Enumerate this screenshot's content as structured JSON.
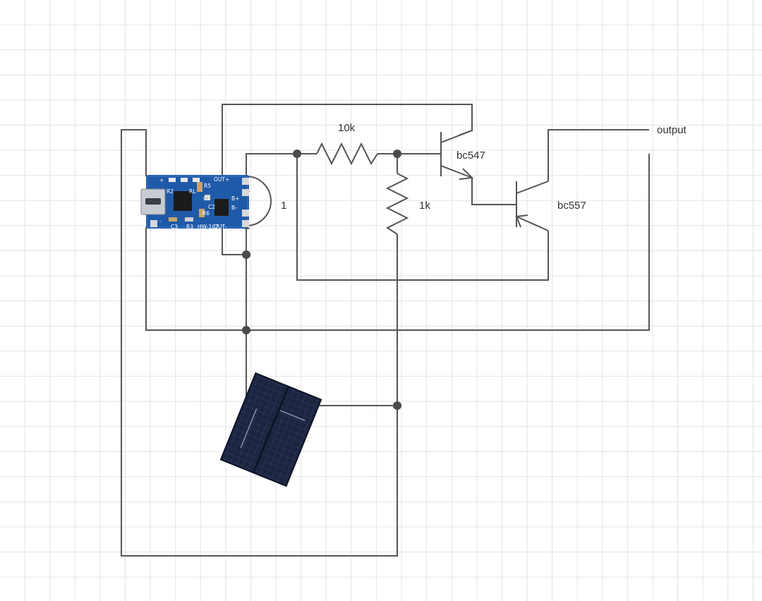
{
  "labels": {
    "r1": "10k",
    "r2": "1k",
    "q1": "bc547",
    "q2": "bc557",
    "battery": "1",
    "output": "output"
  },
  "module": {
    "out_plus": "OUT+",
    "out_minus": "OUT-",
    "b_plus": "B+",
    "b_minus": "B-",
    "model": "HW-107",
    "r2": "R2",
    "r3": "R3",
    "r5": "R5",
    "r6": "R6",
    "c1": "C1",
    "c2": "C2",
    "c3": "C3",
    "rl": "RL",
    "plus": "+",
    "minus": "-"
  },
  "battery_signs": {
    "plus": "+",
    "minus": "−"
  },
  "colors": {
    "wire": "#555555",
    "junction": "#4a4a4a",
    "grid": "#e3e3e3",
    "module_board": "#1f5aa8",
    "solar_panel": "#1e2744"
  }
}
